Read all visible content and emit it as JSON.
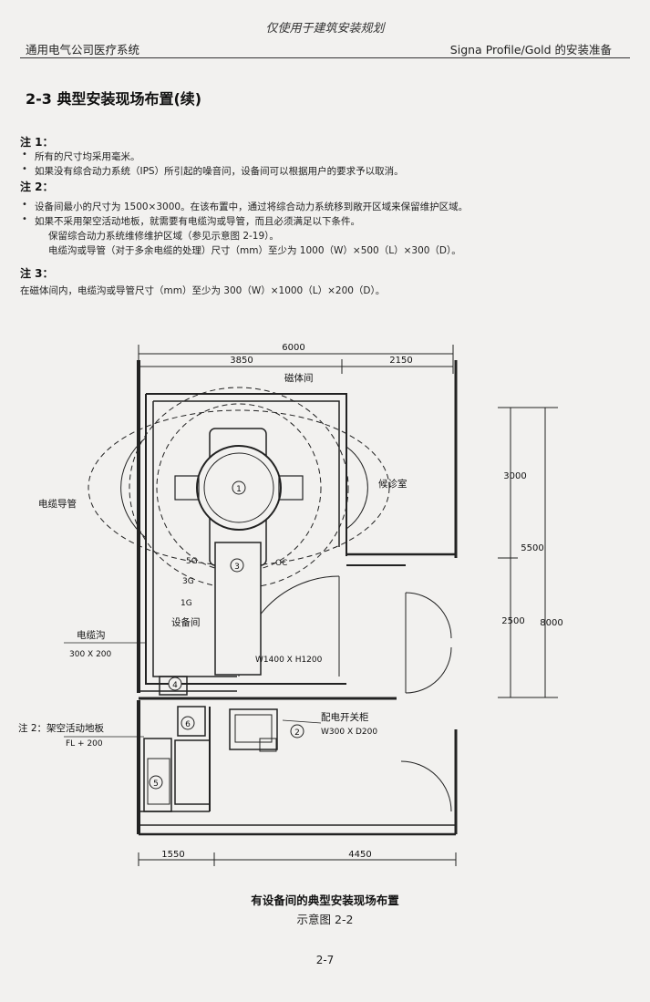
{
  "header": {
    "center": "仅使用于建筑安装规划",
    "left": "通用电气公司医疗系统",
    "right": "Signa Profile/Gold 的安装准备"
  },
  "section_title": "2-3 典型安装现场布置(续)",
  "note1": {
    "heading": "注 1：",
    "bullet": "•",
    "lines": [
      "所有的尺寸均采用毫米。",
      "如果没有综合动力系统（IPS）所引起的噪音问，设备间可以根据用户的要求予以取消。"
    ]
  },
  "note2": {
    "heading": "注 2：",
    "bullet": "•",
    "lines": [
      "设备间最小的尺寸为 1500×3000。在该布置中，通过将综合动力系统移到敞开区域来保留维护区域。",
      "如果不采用架空活动地板，就需要有电缆沟或导管，而且必须满足以下条件。"
    ],
    "sublines": [
      "保留综合动力系统维修维护区域（参见示意图 2-19）。",
      "电缆沟或导管（对于多余电缆的处理）尺寸（mm）至少为 1000（W）×500（L）×300（D）。"
    ]
  },
  "note3": {
    "heading": "注 3：",
    "line": "在磁体间内，电缆沟或导管尺寸（mm）至少为 300（W）×1000（L）×200（D）。"
  },
  "diagram": {
    "dim_top_total": "6000",
    "dim_top_left": "3850",
    "dim_top_right": "2150",
    "dim_bottom_left": "1550",
    "dim_bottom_right": "4450",
    "dim_right_3000": "3000",
    "dim_right_5500": "5500",
    "dim_right_2500": "2500",
    "dim_right_8000": "8000",
    "room_magnet": "磁体间",
    "room_waiting": "候诊室",
    "cable_conduit": "电缆导管",
    "equipment_room": "设备间",
    "cable_trench": "电缆沟",
    "cable_trench_size": "300 X 200",
    "raised_floor": "注 2：架空活动地板",
    "raised_floor_level": "FL + 200",
    "switch_cabinet": "配电开关柜",
    "switch_cabinet_size": "W300 X D200",
    "door_size": "W1400 X H1200",
    "gauss_5g": "5G",
    "gauss_3g": "3G",
    "gauss_1g": "1G",
    "oc": "OC",
    "marker_1": "1",
    "marker_2": "2",
    "marker_3": "3",
    "marker_4": "4",
    "marker_5": "5",
    "marker_6": "6"
  },
  "caption": {
    "title": "有设备间的典型安装现场布置",
    "subtitle": "示意图 2-2"
  },
  "page_number": "2-7"
}
